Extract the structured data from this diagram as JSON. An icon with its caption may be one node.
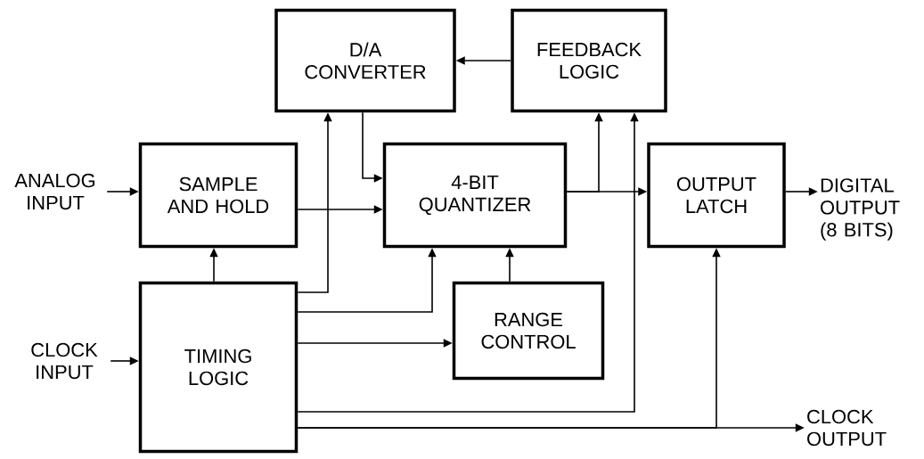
{
  "diagram": {
    "nodes": [
      {
        "text": [
          "D/A CONVERTER"
        ]
      },
      {
        "text": [
          "FEEDBACK LOGIC"
        ]
      },
      {
        "text": [
          "SAMPLE AND HOLD"
        ]
      },
      {
        "text": [
          "4-BIT QUANTIZER"
        ]
      },
      {
        "text": [
          "OUTPUT LATCH"
        ]
      },
      {
        "text": [
          "TIMING LOGIC"
        ]
      },
      {
        "text": [
          "RANGE CONTROL"
        ]
      },
      {
        "text": [
          "ANALOG INPUT"
        ]
      },
      {
        "text": [
          "CLOCK INPUT"
        ]
      },
      {
        "text": [
          "DIGITAL OUTPUT (8 BITS)"
        ]
      },
      {
        "text": [
          "CLOCK OUTPUT"
        ]
      }
    ],
    "edges": [
      {
        "from": 7,
        "to": 2,
        "arrow": "to"
      },
      {
        "from": 8,
        "to": 5,
        "arrow": "to"
      },
      {
        "from": 2,
        "to": 3,
        "arrow": "to"
      },
      {
        "from": 0,
        "to": 3,
        "arrow": "to"
      },
      {
        "from": 1,
        "to": 0,
        "arrow": "to"
      },
      {
        "from": 3,
        "to": 4,
        "arrow": "to"
      },
      {
        "from": 3,
        "to": 1,
        "arrow": "to"
      },
      {
        "from": 5,
        "to": 2,
        "arrow": "to"
      },
      {
        "from": 5,
        "to": 0,
        "arrow": "to"
      },
      {
        "from": 5,
        "to": 3,
        "arrow": "to"
      },
      {
        "from": 5,
        "to": 6,
        "arrow": "to"
      },
      {
        "from": 6,
        "to": 3,
        "arrow": "to"
      },
      {
        "from": 5,
        "to": 1,
        "arrow": "to"
      },
      {
        "from": 5,
        "to": 10,
        "arrow": "to"
      },
      {
        "from": 5,
        "to": 4,
        "arrow": "to"
      },
      {
        "from": 4,
        "to": 9,
        "arrow": "to"
      }
    ]
  }
}
